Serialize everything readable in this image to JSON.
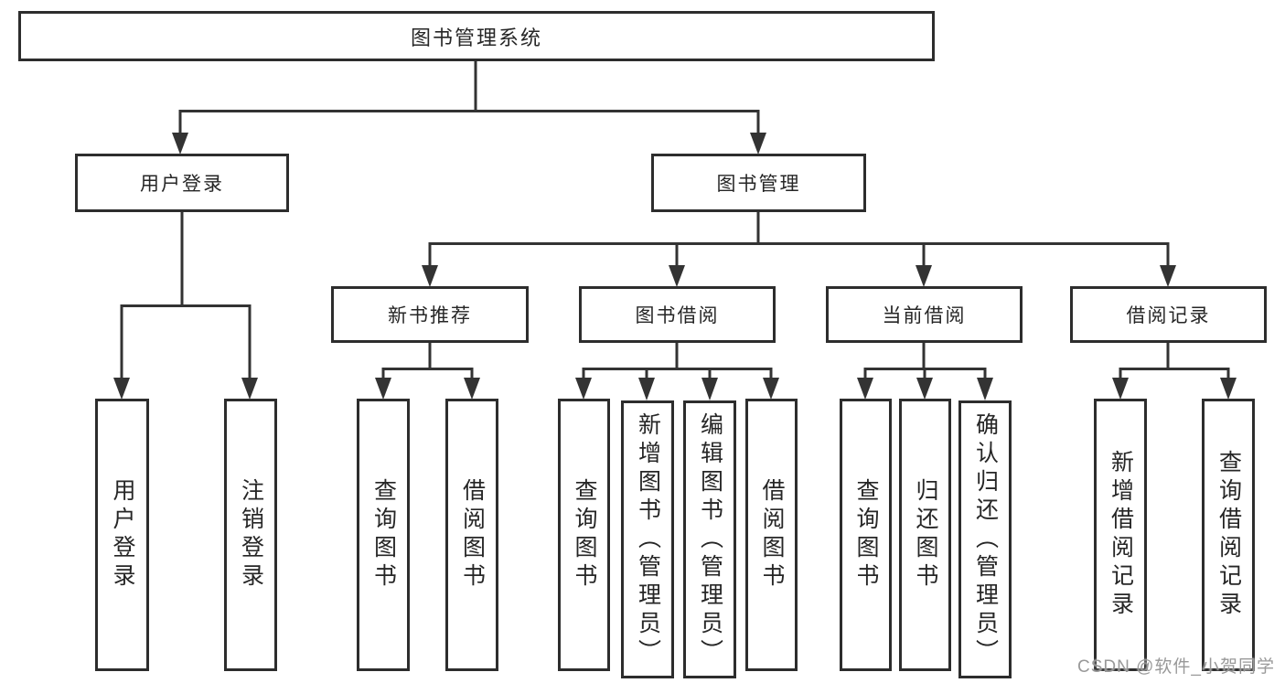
{
  "diagram": {
    "title": "图书管理系统",
    "level2": [
      {
        "label": "用户登录",
        "children": [
          {
            "label": "用户登录"
          },
          {
            "label": "注销登录"
          }
        ]
      },
      {
        "label": "图书管理",
        "children": [
          {
            "label": "新书推荐",
            "children": [
              {
                "label": "查询图书"
              },
              {
                "label": "借阅图书"
              }
            ]
          },
          {
            "label": "图书借阅",
            "children": [
              {
                "label": "查询图书"
              },
              {
                "label": "新增图书（管理员）"
              },
              {
                "label": "编辑图书（管理员）"
              },
              {
                "label": "借阅图书"
              }
            ]
          },
          {
            "label": "当前借阅",
            "children": [
              {
                "label": "查询图书"
              },
              {
                "label": "归还图书"
              },
              {
                "label": "确认归还（管理员）"
              }
            ]
          },
          {
            "label": "借阅记录",
            "children": [
              {
                "label": "新增借阅记录"
              },
              {
                "label": "查询借阅记录"
              }
            ]
          }
        ]
      }
    ]
  },
  "watermark": {
    "text": "CSDN @软件_小贺同学"
  },
  "colors": {
    "line": "#333333",
    "box_border": "#2d2d2d",
    "text": "#262626",
    "background": "#ffffff",
    "watermark": "#949494"
  }
}
